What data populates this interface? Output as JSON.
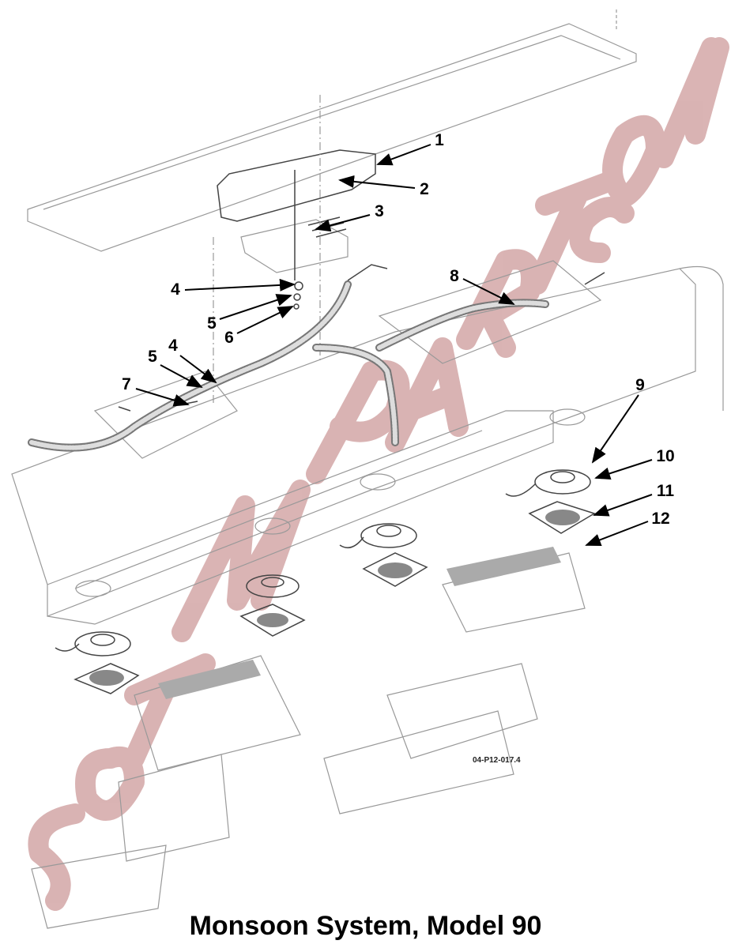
{
  "title": "Monsoon System, Model 90",
  "drawing_code": "04-P12-017.4",
  "watermark": "sotmparts.com",
  "callouts": [
    "1",
    "2",
    "3",
    "4",
    "5",
    "6",
    "5",
    "4",
    "7",
    "8",
    "9",
    "10",
    "11",
    "12"
  ],
  "colors": {
    "watermark": "#b56a6a",
    "line": "#999999",
    "text": "#000000"
  }
}
